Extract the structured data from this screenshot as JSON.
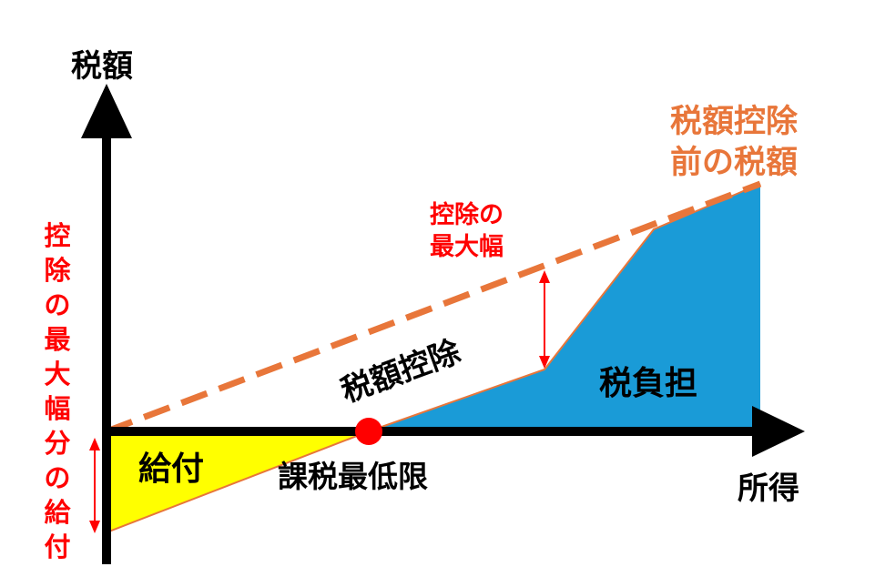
{
  "axes": {
    "y_label": "税額",
    "x_label": "所得"
  },
  "labels": {
    "benefit": "給付",
    "tax_burden": "税負担",
    "tax_credit": "税額控除",
    "min_taxable_income": "課税最低限",
    "pre_credit_tax_line1": "税額控除",
    "pre_credit_tax_line2": "前の税額",
    "max_credit_line1": "控除の",
    "max_credit_line2": "最大幅",
    "max_credit_benefit_vertical": [
      "控",
      "除",
      "の",
      "最",
      "大",
      "幅",
      "分",
      "の",
      "給",
      "付"
    ]
  },
  "colors": {
    "axis": "#000000",
    "benefit_fill": "#ffff00",
    "tax_fill": "#1a9bd7",
    "dashed_line": "#e8763a",
    "orange_text": "#e8763a",
    "red": "#ff0000"
  }
}
